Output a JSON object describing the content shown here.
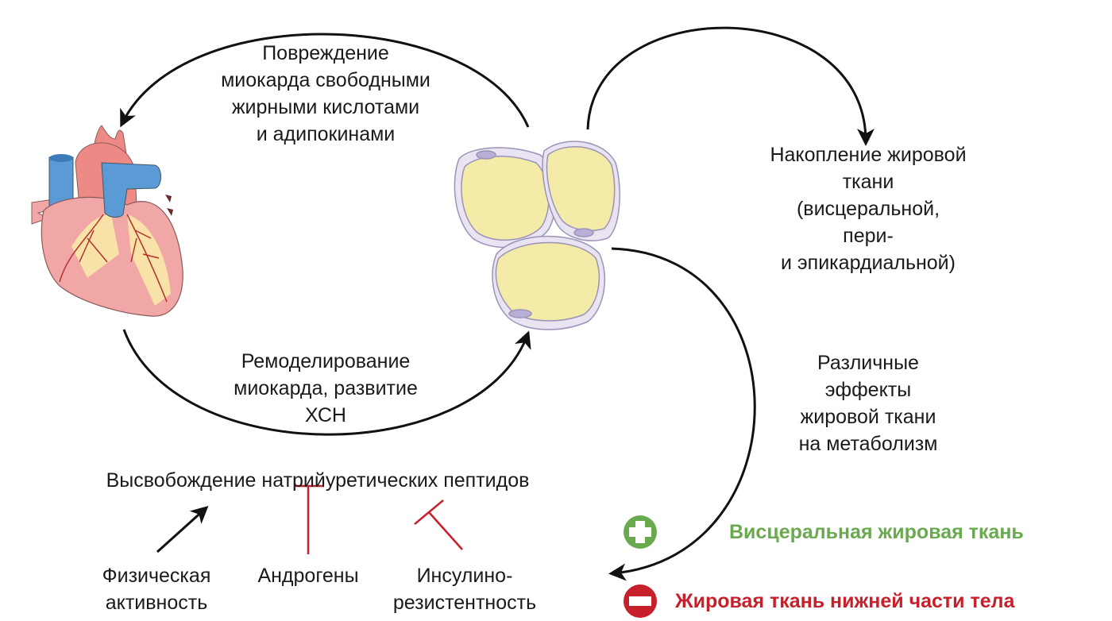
{
  "labels": {
    "top_arc": [
      "Повреждение",
      "миокарда свободными",
      "жирными кислотами",
      "и адипокинами"
    ],
    "bottom_arc": [
      "Ремоделирование",
      "миокарда, развитие",
      "ХСН"
    ],
    "accumulation": [
      "Накопление жировой",
      "ткани",
      "(висцеральной,",
      "пери-",
      "и эпикардиальной)"
    ],
    "effects": [
      "Различные",
      "эффекты",
      "жировой ткани",
      "на метаболизм"
    ],
    "peptides": "Высвобождение натрийуретических пептидов",
    "activity": [
      "Физическая",
      "активность"
    ],
    "androgens": "Андрогены",
    "insulin": [
      "Инсулино-",
      "резистентность"
    ]
  },
  "legend": {
    "plus": {
      "label": "Висцеральная жировая ткань",
      "color": "#6aaa4f",
      "icon": "plus-circle-icon"
    },
    "minus": {
      "label": "Жировая ткань нижней части тела",
      "color": "#c8202a",
      "icon": "minus-circle-icon"
    }
  },
  "colors": {
    "arrow": "#111111",
    "inhibit": "#c8202a",
    "fat": "#f5eba8",
    "membrane": "#b9aed6",
    "heart": "#f2a7a7",
    "vessel": "#5b9bd5"
  }
}
